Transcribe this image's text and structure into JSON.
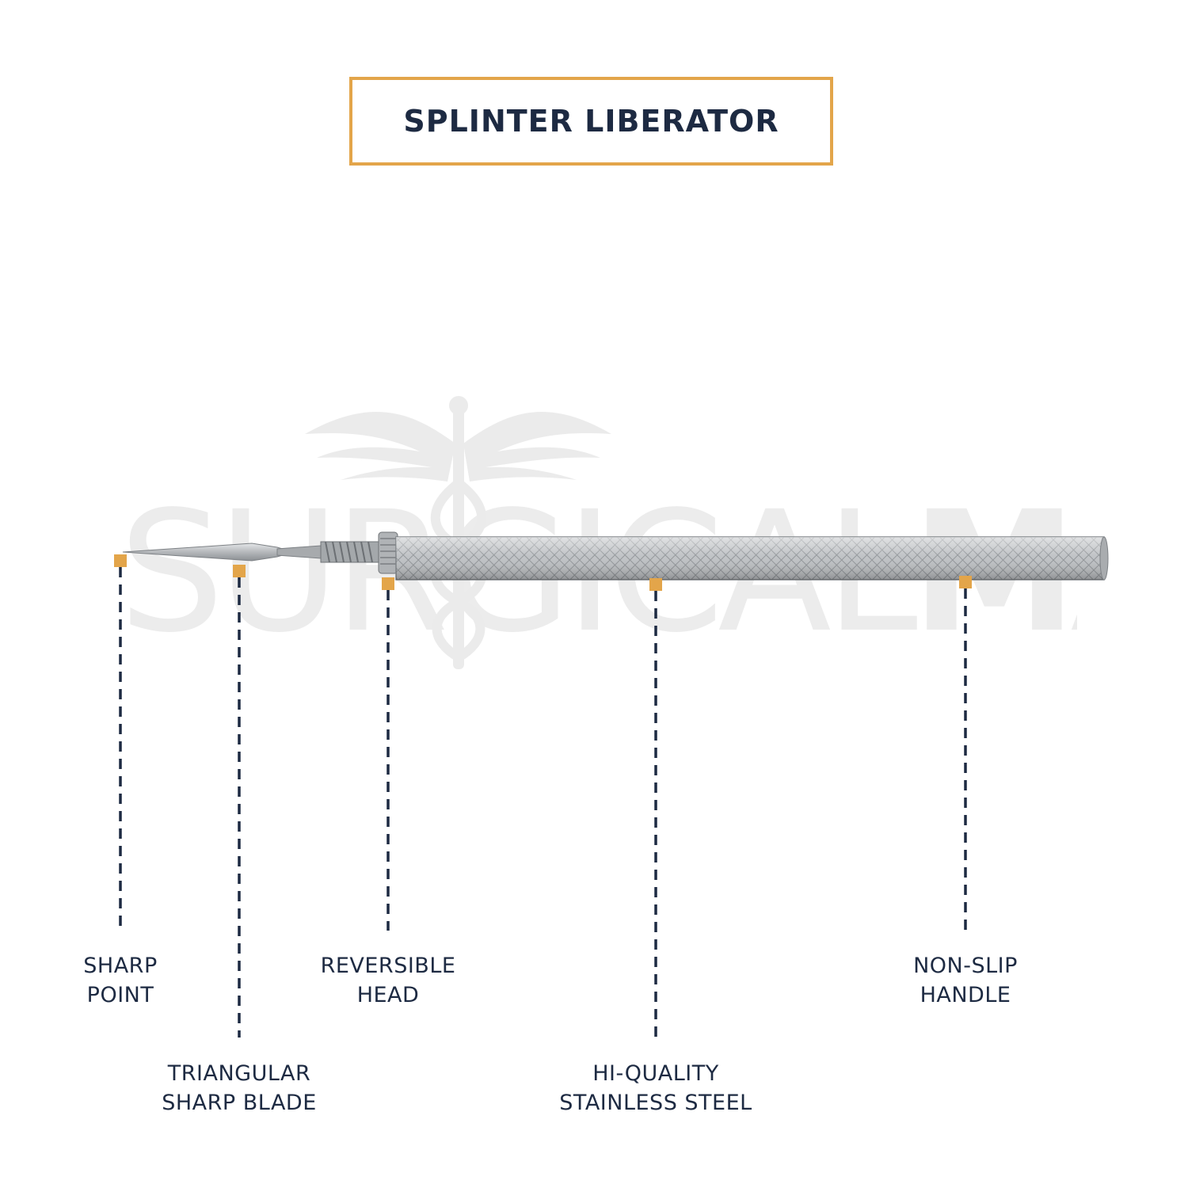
{
  "title": "SPLINTER LIBERATOR",
  "watermark": {
    "part_light": "SURGICAL",
    "part_bold": "MART"
  },
  "callouts": [
    {
      "line1": "SHARP",
      "line2": "POINT"
    },
    {
      "line1": "TRIANGULAR",
      "line2": "SHARP BLADE"
    },
    {
      "line1": "REVERSIBLE",
      "line2": "HEAD"
    },
    {
      "line1": "HI-QUALITY",
      "line2": "STAINLESS STEEL"
    },
    {
      "line1": "NON-SLIP",
      "line2": "HANDLE"
    }
  ],
  "colors": {
    "accent": "#e3a54a",
    "text": "#1d2a42",
    "steel": "#b9bcbf",
    "watermark": "#ececec"
  }
}
